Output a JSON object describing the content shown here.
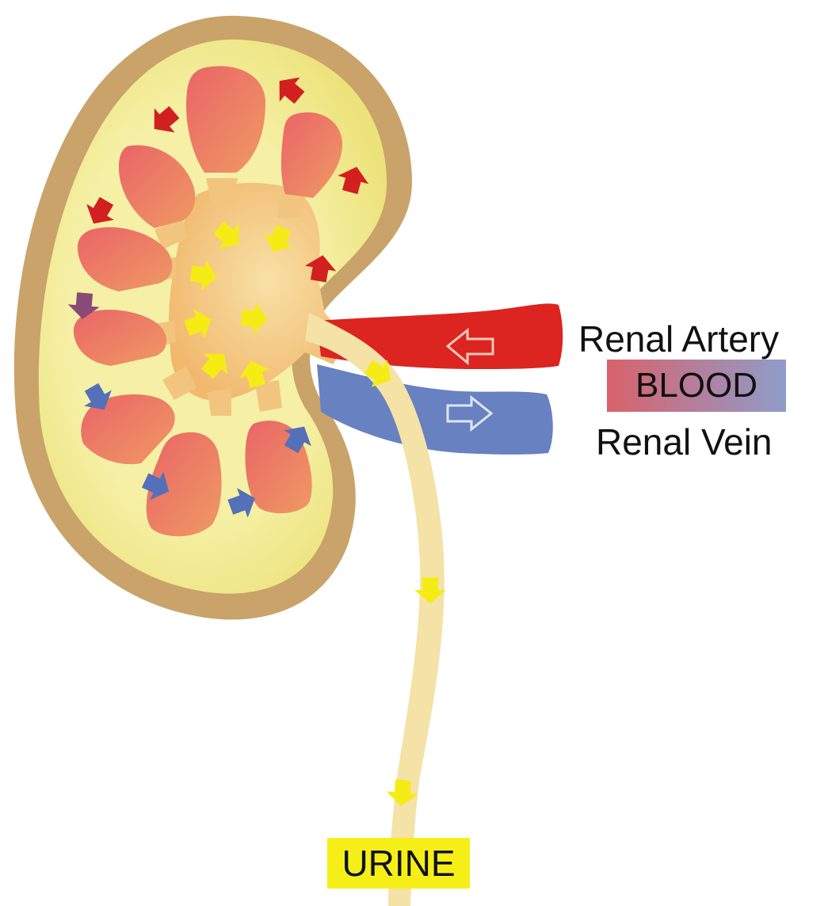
{
  "labels": {
    "renal_artery": "Renal Artery",
    "blood": "BLOOD",
    "renal_vein": "Renal Vein",
    "urine": "URINE"
  },
  "colors": {
    "capsule": "#c9a36a",
    "cortex": "#f3ef9e",
    "pyramid": "#e86a66",
    "pelvis": "#f1c07a",
    "artery": "#dc2420",
    "vein": "#6781c1",
    "ureter": "#f4e2a6",
    "urine_arrow": "#f5ec16",
    "blood_arrow_red": "#d21f1f",
    "blood_arrow_blue": "#5470b8",
    "urine_label_bg": "#f6ef17",
    "blood_label_gradient": [
      "#d9626a",
      "#8f9ccb"
    ]
  }
}
